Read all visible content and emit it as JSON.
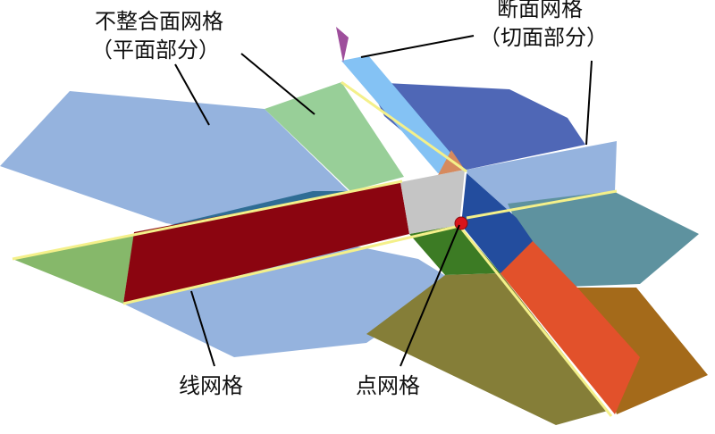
{
  "labels": {
    "nonconforming_mesh_line1": "不整合面网格",
    "nonconforming_mesh_line2": "（平面部分）",
    "fracture_mesh_line1": "断面网格",
    "fracture_mesh_line2": "（切面部分）",
    "line_mesh": "线网格",
    "point_mesh": "点网格"
  },
  "colors": {
    "blue_plane": "#95b3de",
    "green_plane": "#98cf98",
    "light_blue_fault": "#84c2f4",
    "dark_blue_plane": "#4f67b6",
    "teal_plane": "#5e929f",
    "red_band": "#8b0510",
    "gray_patch": "#c5c5c5",
    "dark_green_patch": "#3c7b24",
    "olive_plane": "#857e38",
    "orange_plane": "#e2512b",
    "brown_plane": "#a46a1a",
    "seam_line": "#f4f08a",
    "point_marker": "#d8141b"
  }
}
